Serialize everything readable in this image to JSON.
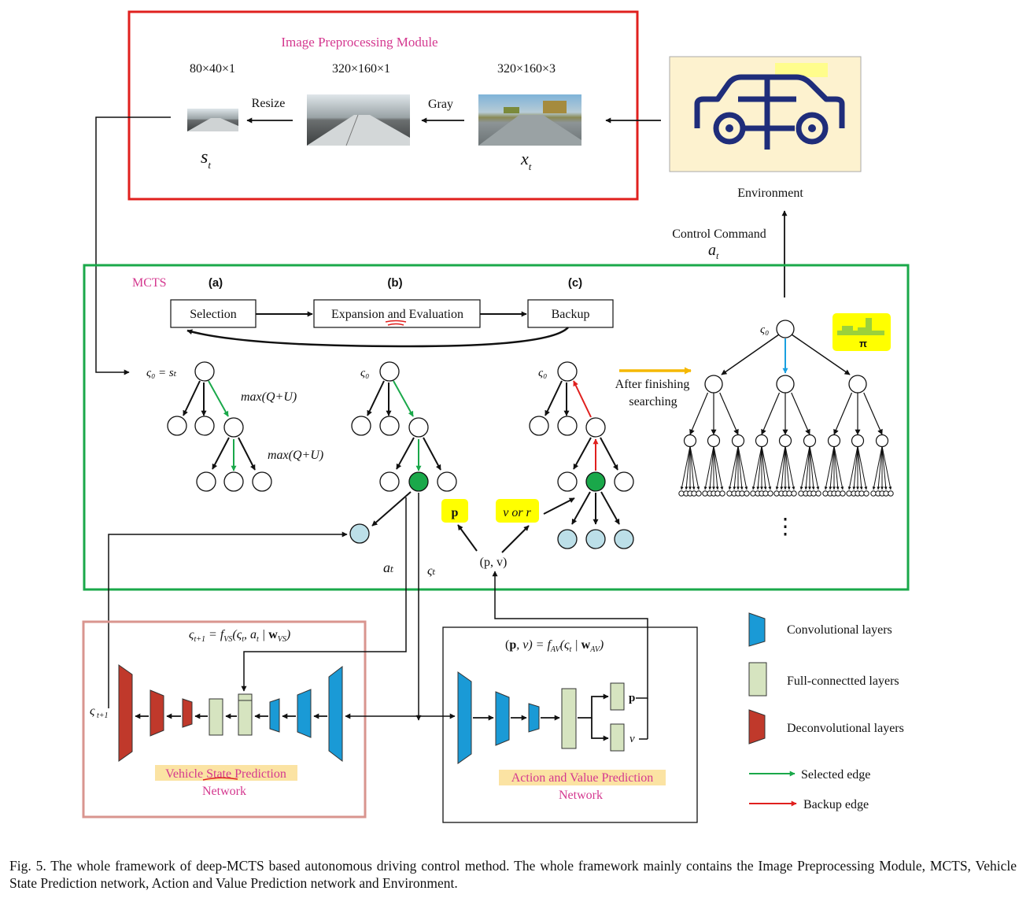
{
  "preprocessing": {
    "title": "Image Preprocessing Module",
    "dim_small": "80×40×1",
    "dim_gray": "320×160×1",
    "dim_rgb": "320×160×3",
    "resize_label": "Resize",
    "gray_label": "Gray",
    "state_label": "s",
    "state_sub": "t",
    "input_label": "x",
    "input_sub": "t"
  },
  "environment": {
    "label": "Environment",
    "control_label": "Control Command",
    "action_label": "a",
    "action_sub": "t"
  },
  "mcts": {
    "title": "MCTS",
    "step_a": "(a)",
    "step_b": "(b)",
    "step_c": "(c)",
    "selection": "Selection",
    "expansion": "Expansion and Evaluation",
    "backup": "Backup",
    "root_state_a": "ς₀ = sₜ",
    "root_state": "ς₀",
    "max_qu_1": "max(Q+U)",
    "max_qu_2": "max(Q+U)",
    "after_1": "After finishing",
    "after_2": "searching",
    "pi_label": "π",
    "p_label": "p",
    "v_or_r": "v or r",
    "pv_output": "(p, v)",
    "a_t": "aₜ",
    "s_t": "ςₜ",
    "ellipsis": "⋮"
  },
  "vsp": {
    "formula": "ςₜ₊₁ = f_VS(ςₜ, aₜ | w_VS)",
    "next_state": "ς t+1",
    "name_line1_a": "Vehicle",
    "name_line1_b": "State",
    "name_line1_c": "Prediction",
    "name_line2": "Network"
  },
  "avp": {
    "formula": "(p, v) = f_AV(ςₜ | w_AV)",
    "p_out": "p",
    "v_out": "v",
    "name_line1_a": "Action",
    "name_line1_b": "and Value Prediction",
    "name_line2": "Network"
  },
  "legend": {
    "conv": "Convolutional layers",
    "fc": "Full-connectted layers",
    "deconv": "Deconvolutional layers",
    "selected": "Selected edge",
    "backup": "Backup edge"
  },
  "colors": {
    "conv": "#1a9ad6",
    "fc": "#d6e4c0",
    "deconv": "#c0392b",
    "selected_edge": "#1aa84a",
    "backup_edge": "#e0201e",
    "leaf_node": "#bcdfe8",
    "expanded_node": "#1aa84a",
    "highlight": "#ffff00",
    "orange_arrow": "#f5b800",
    "preprocessing_border": "#e0201e",
    "mcts_border": "#1aa84a",
    "vsp_border": "#d9958f",
    "car_panel": "#fdf2cf",
    "car_icon": "#1f2d7a"
  },
  "caption": "Fig. 5.   The whole framework of deep-MCTS based autonomous driving control method. The whole framework mainly contains the Image Preprocessing Module, MCTS, Vehicle State Prediction network, Action and Value Prediction network and Environment."
}
